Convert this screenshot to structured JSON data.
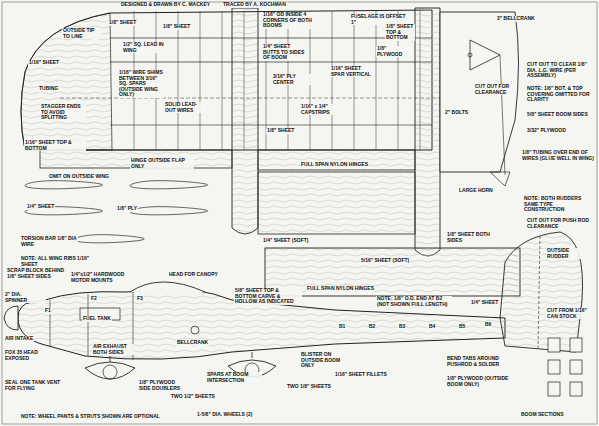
{
  "diagram": {
    "labels": [
      "DESIGNED & DRAWN BY C. MACKEY",
      "TRACED BY A. KOCHMAN",
      "1/16\" SHEET",
      "OUTSIDE TIP TO LINE",
      "TUBING",
      "STAGGER ENDS TO AVOID SPLITTING",
      "1/8\" SHEET",
      "1/2\" SQ. LEAD IN WING",
      "1/16\" WIRE SHIMS BETWEEN 3/16\" SQ. SPARS (OUTSIDE WING ONLY)",
      "SOLID LEAD-OUT WIRES",
      "1/8\" SHEET",
      "1/16\" OD INSIDE 4 CORNERS OF BOTH BOOMS",
      "1/16\" SHEET SPAR VERTICAL",
      "1/4\" SHEET BUTTS TO SIDES OF BOOM",
      "3/16\" PLY CENTER",
      "1/16\" x 1/4\" CAPSTRIPS",
      "1/8\" SHEET",
      "FUSELAGE IS OFFSET 1\"",
      "1/8\" SHEET TOP & BOTTOM",
      "1/8\" PLYWOOD",
      "3\" BELLCRANK",
      "CUT OUT FOR CLEARANCE",
      "2\" BOLTS",
      "CUT OUT TO CLEAR 1/8\" DIA. L.G. WIRE (PER ASSEMBLY)",
      "NOTE: 1/8\" BOT. & TOP COVERING OMITTED FOR CLARITY",
      "5/8\" SHEET BOOM SIDES",
      "3/32\" PLYWOOD",
      "1/16\" SHEET TOP & BOTTOM",
      "HINGE OUTSIDE FLAP ONLY",
      "FULL SPAN NYLON HINGES",
      "LARGE HORN",
      "1/8\" TUBING OVER END OF WIRES (GLUE WELL IN WING)",
      "NOTE: BOTH RUDDERS SAME TYPE CONSTRUCTION",
      "CUT OUT FOR PUSH ROD CLEARANCE",
      "OMIT ON OUTSIDE WING",
      "1/4\" SHEET",
      "1/4\" SHEET (SOFT)",
      "5/16\" SHEET (SOFT)",
      "FULL SPAN NYLON HINGES",
      "NOTE: ALL WING RIBS 1/16\" SHEET",
      "TORSION BAR 1/8\" DIA WIRE",
      "1/8\" PLY",
      "SCRAP BLOCK BEHIND 1/8\" SHEET SIDES",
      "1/4\"x1/2\" HARDWOOD MOTOR MOUNTS",
      "HEAD FOR CANOPY",
      "2\" DIA. SPINNER",
      "AIR INTAKE",
      "FOX 35 HEAD EXPOSED",
      "SEAL ONE TANK VENT FOR FLYING",
      "FUEL TANK",
      "BELLCRANK",
      "AIR EXHAUST BOTH SIDES",
      "1/8\" PLYWOOD SIDE DOUBLERS",
      "TWO 1/2\" SHEETS",
      "SPARS AT BOOM INTERSECTION",
      "5/8\" SHEET TOP & BOTTOM CARVE & HOLLOW AS INDICATED",
      "BLISTER ON OUTSIDE BOOM ONLY",
      "NOTE: 1/8\" O.D. END AT B2 (NOT SHOWN FULL LENGTH)",
      "TWO 1/8\" SHEETS",
      "1/16\" SHEET FILLETS",
      "1/4\" SHEET",
      "OUTSIDE RUDDER",
      "CUT FROM 1/16\" CAN STOCK",
      "BEND TABS AROUND PUSHROD & SOLDER",
      "1/8\" PLYWOOD (OUTSIDE BOOM ONLY)",
      "1/8\" SHEET BOTH SIDES",
      "BOOM SECTIONS",
      "1-5/8\" DIA. WHEELS (2)",
      "NOTE: WHEEL PANTS & STRUTS SHOWN ARE OPTIONAL",
      "F1",
      "F2",
      "F3",
      "B1",
      "B2",
      "B3",
      "B4",
      "B5",
      "B6"
    ]
  }
}
